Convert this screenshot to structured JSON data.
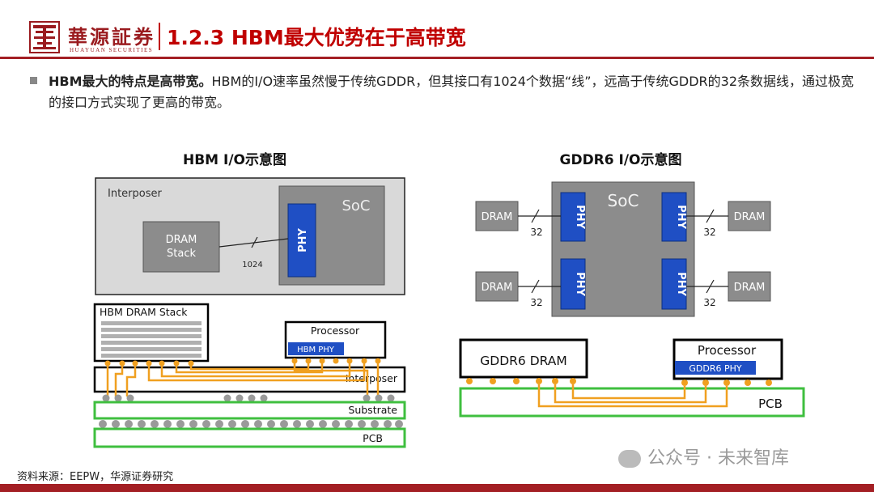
{
  "header": {
    "logo_cn": "華源証券",
    "logo_en": "HUAYUAN SECURITIES",
    "title": "1.2.3 HBM最大优势在于高带宽"
  },
  "bullet": {
    "bold": "HBM最大的特点是高带宽。",
    "text": "HBM的I/O速率虽然慢于传统GDDR，但其接口有1024个数据“线”，远高于传统GDDR的32条数据线，通过极宽的接口方式实现了更高的带宽。"
  },
  "hbm": {
    "title": "HBM I/O示意图",
    "interposer_label": "Interposer",
    "soc_label": "SoC",
    "dram_stack_label_1": "DRAM",
    "dram_stack_label_2": "Stack",
    "phy_label": "PHY",
    "bus_width": "1024",
    "stack_title": "HBM DRAM Stack",
    "processor_label": "Processor",
    "hbm_phy_label": "HBM PHY",
    "interposer_layer": "Interposer",
    "substrate_layer": "Substrate",
    "pcb_layer": "PCB"
  },
  "gddr6": {
    "title": "GDDR6 I/O示意图",
    "soc_label": "SoC",
    "phy_label": "PHY",
    "dram_label": "DRAM",
    "bus_width": "32",
    "dram_chip_label": "GDDR6 DRAM",
    "processor_label": "Processor",
    "gddr6_phy_label": "GDDR6 PHY",
    "pcb_layer": "PCB"
  },
  "source": "资料来源：EEPW，华源证券研究",
  "watermark": "公众号 · 未来智库",
  "colors": {
    "brand_red": "#a31f24",
    "title_red": "#c00000",
    "phy_blue": "#1f4fc4",
    "trace_orange": "#f0a020",
    "pcb_green": "#3fbf3f",
    "box_gray": "#8c8c8c"
  }
}
